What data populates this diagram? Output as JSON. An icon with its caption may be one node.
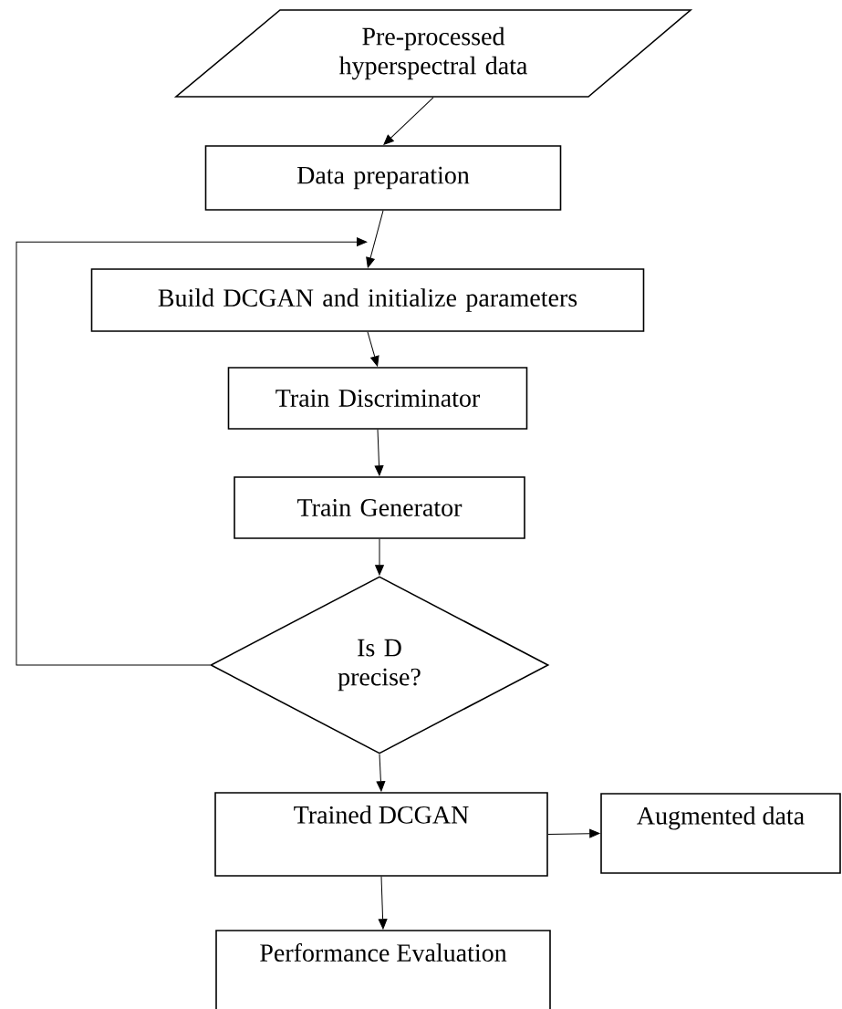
{
  "diagram": {
    "nodes": [
      {
        "text": [
          "Pre-processed hyperspectral data"
        ]
      },
      {
        "text": [
          "Data preparation"
        ]
      },
      {
        "text": [
          "Build DCGAN and initialize parameters"
        ]
      },
      {
        "text": [
          "Train Discriminator"
        ]
      },
      {
        "text": [
          "Train Generator"
        ]
      },
      {
        "text": [
          "Is D precise?"
        ]
      },
      {
        "text": [
          "Trained DCGAN"
        ]
      },
      {
        "text": [
          "Augmented data"
        ]
      },
      {
        "text": [
          "Performance Evaluation"
        ]
      }
    ],
    "edges": [
      {
        "from": 0,
        "to": 1,
        "arrow": "to"
      },
      {
        "from": 1,
        "to": 2,
        "arrow": "to"
      },
      {
        "from": 2,
        "to": 3,
        "arrow": "to"
      },
      {
        "from": 3,
        "to": 4,
        "arrow": "to"
      },
      {
        "from": 4,
        "to": 5,
        "arrow": "to"
      },
      {
        "from": 5,
        "to": 2,
        "arrow": "to"
      },
      {
        "from": 5,
        "to": 6,
        "arrow": "to"
      },
      {
        "from": 6,
        "to": 7,
        "arrow": "to"
      },
      {
        "from": 6,
        "to": 8,
        "arrow": "to"
      }
    ]
  }
}
